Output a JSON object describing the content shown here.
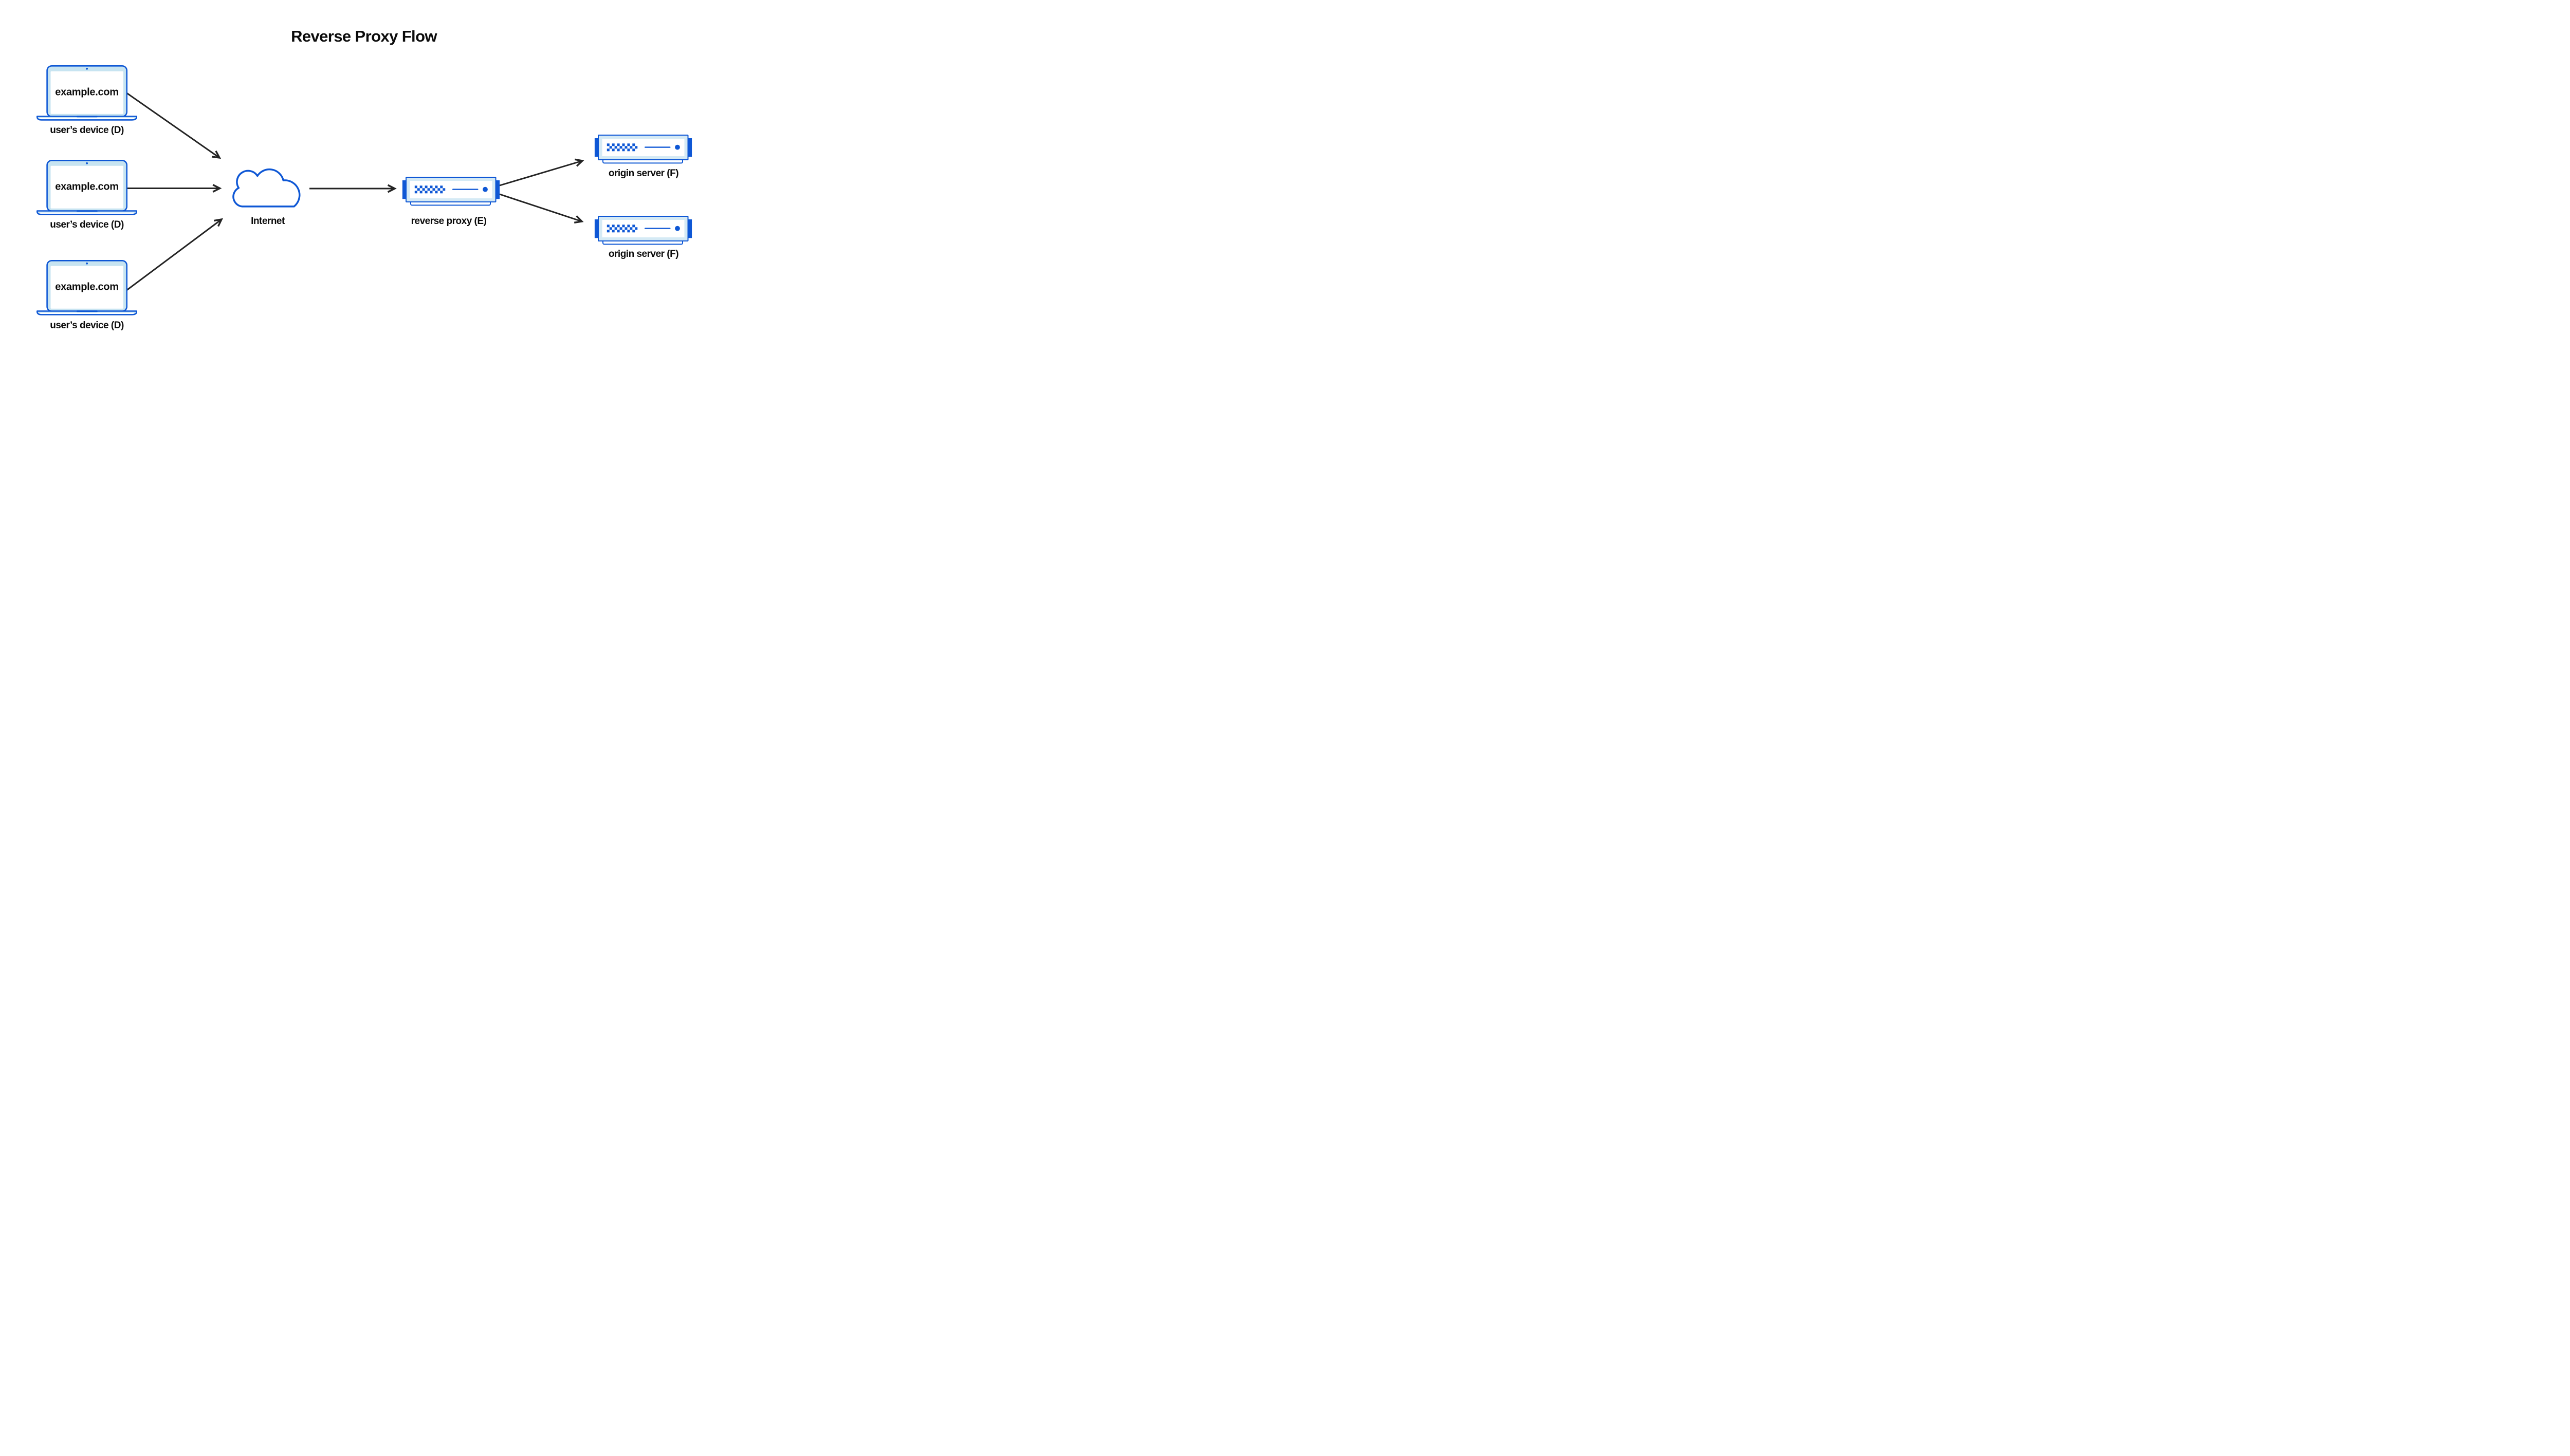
{
  "title": "Reverse Proxy Flow",
  "devices": [
    {
      "screen_text": "example.com",
      "label": "user’s device (D)"
    },
    {
      "screen_text": "example.com",
      "label": "user’s device (D)"
    },
    {
      "screen_text": "example.com",
      "label": "user’s device (D)"
    }
  ],
  "internet": {
    "label": "Internet"
  },
  "reverse_proxy": {
    "label": "reverse proxy (E)"
  },
  "origin_servers": [
    {
      "label": "origin server (F)"
    },
    {
      "label": "origin server (F)"
    }
  ],
  "icons": {
    "device": "laptop-icon",
    "internet": "cloud-icon",
    "reverse_proxy": "server-icon",
    "origin_server": "server-icon"
  },
  "connections": [
    {
      "from": "user’s device (D) #1",
      "to": "Internet"
    },
    {
      "from": "user’s device (D) #2",
      "to": "Internet"
    },
    {
      "from": "user’s device (D) #3",
      "to": "Internet"
    },
    {
      "from": "Internet",
      "to": "reverse proxy (E)"
    },
    {
      "from": "reverse proxy (E)",
      "to": "origin server (F) #1"
    },
    {
      "from": "reverse proxy (E)",
      "to": "origin server (F) #2"
    }
  ],
  "colors": {
    "accent_blue": "#0E57D5",
    "light_blue_device": "#C7E4F1",
    "light_blue_server": "#D5EAF5",
    "arrow": "#242424",
    "text": "#0B0B0B",
    "background": "#FFFFFF"
  }
}
